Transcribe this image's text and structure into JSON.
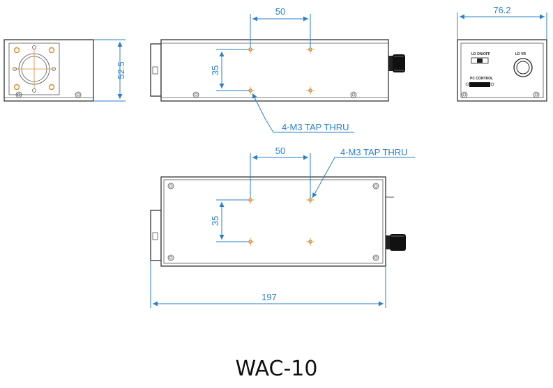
{
  "model_name": "WAC-10",
  "dimensions": {
    "front_height": "52.5",
    "side_hole_spacing_h": "50",
    "side_hole_spacing_v": "35",
    "rear_width": "76.2",
    "top_hole_spacing_h": "50",
    "top_hole_spacing_v": "35",
    "overall_length": "197"
  },
  "callouts": {
    "side_tap": "4-M3 TAP THRU",
    "top_tap": "4-M3 TAP THRU"
  },
  "rear_panel_labels": {
    "switch_label": "LD ON/OFF",
    "knob_label": "LD VR",
    "connector_label": "PC CONTROL"
  },
  "colors": {
    "dimension": "#2a7fc9",
    "hole_marker": "#e08a2c",
    "outline": "#333333"
  }
}
